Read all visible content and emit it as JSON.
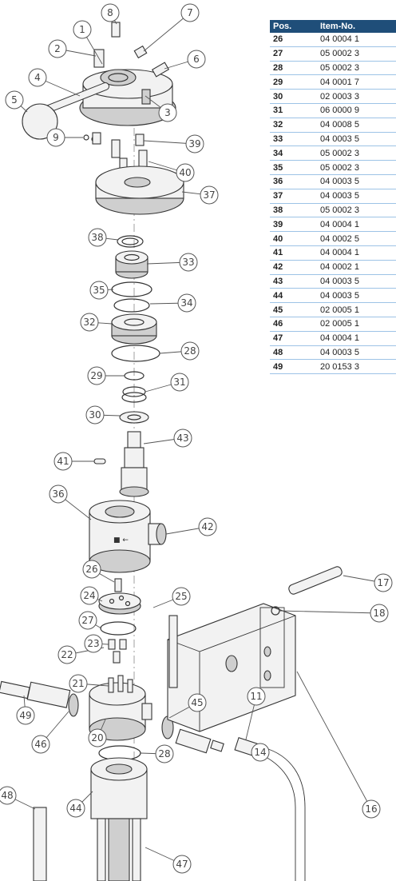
{
  "table": {
    "headers": {
      "pos": "Pos.",
      "item": "Item-No."
    },
    "rows": [
      {
        "pos": "26",
        "item": "04 0004 1"
      },
      {
        "pos": "27",
        "item": "05 0002 3"
      },
      {
        "pos": "28",
        "item": "05 0002 3"
      },
      {
        "pos": "29",
        "item": "04 0001 7"
      },
      {
        "pos": "30",
        "item": "02 0003 3"
      },
      {
        "pos": "31",
        "item": "06 0000 9"
      },
      {
        "pos": "32",
        "item": "04 0008 5"
      },
      {
        "pos": "33",
        "item": "04 0003 5"
      },
      {
        "pos": "34",
        "item": "05 0002 3"
      },
      {
        "pos": "35",
        "item": "05 0002 3"
      },
      {
        "pos": "36",
        "item": "04 0003 5"
      },
      {
        "pos": "37",
        "item": "04 0003 5"
      },
      {
        "pos": "38",
        "item": "05 0002 3"
      },
      {
        "pos": "39",
        "item": "04 0004 1"
      },
      {
        "pos": "40",
        "item": "04 0002 5"
      },
      {
        "pos": "41",
        "item": "04 0004 1"
      },
      {
        "pos": "42",
        "item": "04 0002 1"
      },
      {
        "pos": "43",
        "item": "04 0003 5"
      },
      {
        "pos": "44",
        "item": "04 0003 5"
      },
      {
        "pos": "45",
        "item": "02 0005 1"
      },
      {
        "pos": "46",
        "item": "02 0005 1"
      },
      {
        "pos": "47",
        "item": "04 0004 1"
      },
      {
        "pos": "48",
        "item": "04 0003 5"
      },
      {
        "pos": "49",
        "item": "20 0153 3"
      }
    ]
  },
  "callouts": [
    "1",
    "2",
    "3",
    "4",
    "5",
    "6",
    "7",
    "8",
    "9",
    "11",
    "14",
    "16",
    "17",
    "18",
    "20",
    "21",
    "22",
    "23",
    "24",
    "25",
    "26",
    "27",
    "28",
    "29",
    "30",
    "31",
    "32",
    "33",
    "34",
    "35",
    "36",
    "37",
    "38",
    "39",
    "40",
    "41",
    "42",
    "43",
    "44",
    "45",
    "46",
    "47",
    "48",
    "49"
  ],
  "callout_28_second": "28"
}
